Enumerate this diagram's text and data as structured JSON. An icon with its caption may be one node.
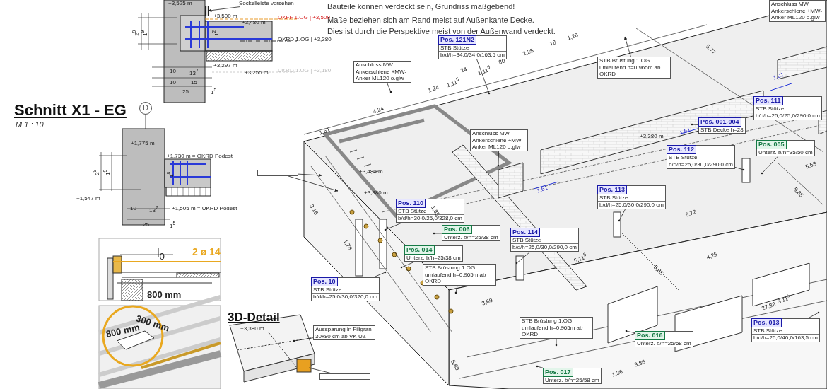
{
  "diagram": {
    "nodes": [
      {
        "text": [
          "D"
        ]
      },
      {
        "text": [
          "Sockelleiste vorsehen"
        ]
      },
      {
        "text": [],
        "shape": "box"
      },
      {
        "text": [
          "Aussparung in Filigran 30x80 cm ab VK UZ"
        ]
      },
      {
        "text": [],
        "shape": "box"
      },
      {
        "text": [
          "Pos. 121N2",
          "STB Stütze",
          "b/d/h=34,0/34,0/163,5 cm"
        ]
      },
      {
        "text": [
          "Anschluss MW Ankerschiene +MW-Anker ML120 o.glw"
        ]
      },
      {
        "text": [
          "STB Brüstung 1.OG umlaufend h=0,965m ab OKRD"
        ]
      },
      {
        "text": [
          "Anschluss MW Ankerschiene +MW-Anker ML120 o.glw"
        ]
      },
      {
        "text": [
          "Anschluss MW Ankerschiene +MW-Anker ML120 o.glw"
        ]
      },
      {
        "text": [
          "Pos. 001-004",
          "STB Decke h=28"
        ]
      },
      {
        "text": [
          "Pos. 111",
          "STB Stütze",
          "b/d/h=25,0/25,0/290,0 cm"
        ]
      },
      {
        "text": [
          "Pos. 112",
          "STB Stütze",
          "b/d/h=25,0/30,0/290,0 cm"
        ]
      },
      {
        "text": [
          "Pos. 005",
          "Unterz. b/h=35/50 cm"
        ]
      },
      {
        "text": [
          "Pos. 113",
          "STB Stütze",
          "b/d/h=25,0/30,0/290,0 cm"
        ]
      },
      {
        "text": [
          "Pos. 110",
          "STB Stütze",
          "b/d/h=30,0/25,0/328,0 cm"
        ]
      },
      {
        "text": [
          "Pos. 006",
          "Unterz. b/h=25/38 cm"
        ]
      },
      {
        "text": [
          "Pos. 014",
          "Unterz. b/h=25/38 cm"
        ]
      },
      {
        "text": [
          "Pos. 114",
          "STB Stütze",
          "b/d/h=25,0/30,0/290,0 cm"
        ]
      },
      {
        "text": [
          "STB Brüstung 1.OG umlaufend h=0,965m ab OKRD"
        ]
      },
      {
        "text": [
          "Pos. 10",
          "STB Stütze",
          "b/d/h=25,0/30,0/320,0 cm"
        ]
      },
      {
        "text": [
          "STB Brüstung 1.OG umlaufend h=0,965m ab OKRD"
        ]
      },
      {
        "text": [
          "Pos. 016",
          "Unterz. b/h=25/58 cm"
        ]
      },
      {
        "text": [
          "Pos. 017",
          "Unterz. b/h=25/58 cm"
        ]
      },
      {
        "text": [
          "Pos. 013",
          "STB Stütze",
          "b/d/h=25,0/40,0/163,5 cm"
        ]
      },
      {
        "text": [],
        "shape": "bar"
      }
    ],
    "edges": [
      {
        "from": 1,
        "to": 25,
        "arrow": "to"
      },
      {
        "from": 2,
        "to": null,
        "arrow": "to"
      },
      {
        "from": 2,
        "to": null,
        "arrow": "to"
      },
      {
        "from": 3,
        "to": null,
        "arrow": "other"
      },
      {
        "from": 4,
        "to": null,
        "arrow": "none"
      },
      {
        "from": 5,
        "to": null,
        "arrow": "other"
      },
      {
        "from": 6,
        "to": null,
        "arrow": "other"
      },
      {
        "from": 7,
        "to": null,
        "arrow": "to"
      },
      {
        "from": 9,
        "to": null,
        "arrow": "other"
      },
      {
        "from": 10,
        "to": null,
        "arrow": "other"
      },
      {
        "from": 12,
        "to": null,
        "arrow": "other"
      },
      {
        "from": 13,
        "to": null,
        "arrow": "other"
      },
      {
        "from": 14,
        "to": null,
        "arrow": "other"
      },
      {
        "from": 15,
        "to": null,
        "arrow": "other"
      },
      {
        "from": 16,
        "to": null,
        "arrow": "other"
      },
      {
        "from": 17,
        "to": null,
        "arrow": "other"
      },
      {
        "from": 18,
        "to": null,
        "arrow": "other"
      },
      {
        "from": 19,
        "to": null,
        "arrow": "other"
      },
      {
        "from": 20,
        "to": null,
        "arrow": "other"
      },
      {
        "from": 21,
        "to": null,
        "arrow": "other"
      },
      {
        "from": 22,
        "to": null,
        "arrow": "other"
      },
      {
        "from": 23,
        "to": null,
        "arrow": "other"
      },
      {
        "from": 24,
        "to": null,
        "arrow": "other"
      }
    ],
    "labels": [
      "Bauteile können verdeckt sein, Grundriss maßgebend!",
      "Maße beziehen sich am Rand meist auf Außenkante Decke.",
      "Dies ist durch die Perspektive meist von der Außenwand verdeckt.",
      "+3,525 m",
      "+3,500 m",
      "+3,480 m",
      "OKFF 1.OG | +3,500",
      "OKRD 1.OG | +3,380",
      "UKRD 1.OG | +3,180",
      "2$^{9}$",
      "1$^{9}$",
      "1$^{2}$",
      "+3,297 m",
      "+3,255 m",
      "10",
      "13$^{7}$",
      "10",
      "15",
      "25",
      "1$^{5}$",
      "Schnitt X1 - EG",
      "M 1 : 10",
      "+1,775 m",
      "+1,730 m = OKRD Podest",
      "2$^{9}$",
      "1$^{9}$",
      "1$^{8}$",
      "+1,547 m",
      "10",
      "13$^{7}$",
      "+1,505 m = UKRD Podest",
      "25",
      "1$^{5}$",
      "l$_{0}$",
      "2 ø 14",
      "800 mm",
      "300 mm",
      "800 mm",
      "3D-Detail",
      "+3,380 m",
      "1,51",
      "4,24",
      "1,24",
      "1,11$^{5}$",
      "24",
      "1,11$^{5}$",
      "80",
      "2,25",
      "18",
      "1,26",
      "5,77",
      "1,51",
      "1,01",
      "1,51",
      "+3,380 m",
      "+3,480 m",
      "+3,380 m",
      "3,15",
      "1,78",
      "1,85",
      "6,72",
      "5,85",
      "5,58",
      "5,11$^{5}$",
      "5,85",
      "4,25",
      "3,11$^{5}$",
      "27,82",
      "3,86",
      "1,36",
      "3,69",
      "5,69"
    ]
  }
}
